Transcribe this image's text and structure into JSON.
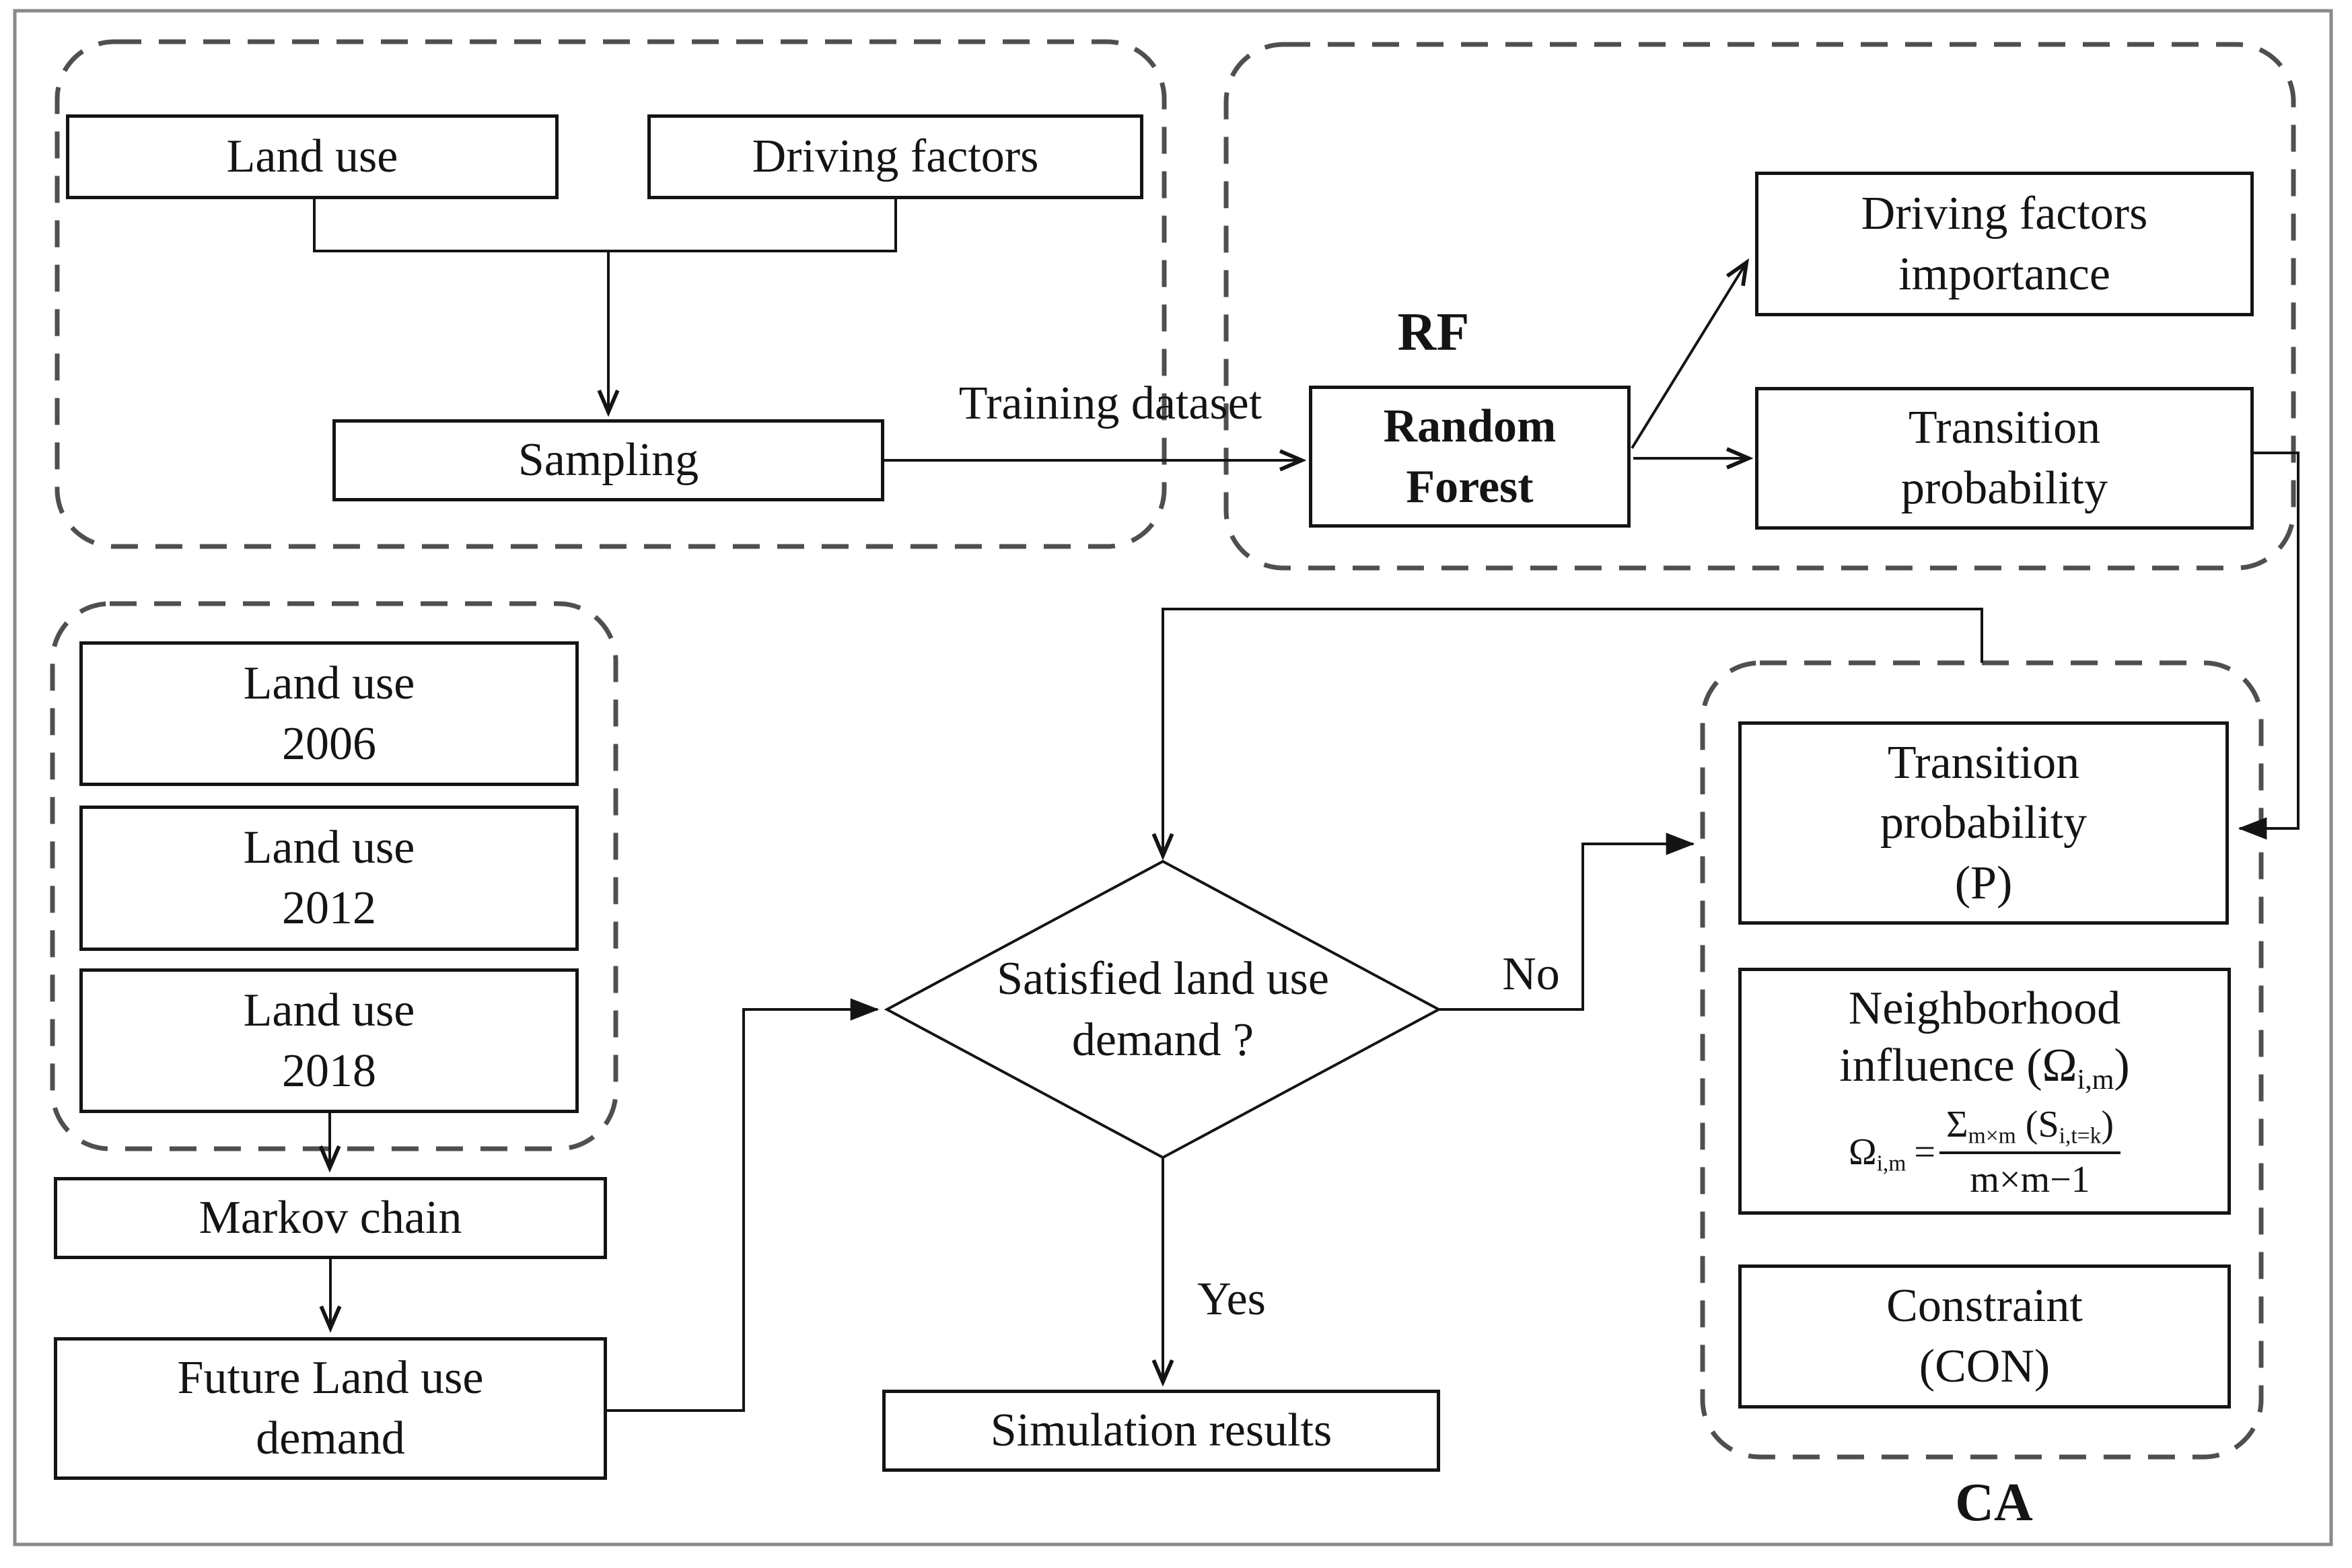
{
  "boxes": {
    "land_use": {
      "label": "Land use"
    },
    "driving_factors": {
      "label": "Driving factors"
    },
    "sampling": {
      "label": "Sampling"
    },
    "random_forest": {
      "line1": "Random",
      "line2": "Forest"
    },
    "driving_factors_importance": {
      "line1": "Driving factors",
      "line2": "importance"
    },
    "transition_probability": {
      "line1": "Transition",
      "line2": "probability"
    },
    "land_use_2006": {
      "line1": "Land use",
      "line2": "2006"
    },
    "land_use_2012": {
      "line1": "Land use",
      "line2": "2012"
    },
    "land_use_2018": {
      "line1": "Land use",
      "line2": "2018"
    },
    "markov_chain": {
      "label": "Markov chain"
    },
    "future_land_use_demand": {
      "line1": "Future Land use",
      "line2": "demand"
    },
    "simulation_results": {
      "label": "Simulation results"
    },
    "transition_probability_p": {
      "line1": "Transition",
      "line2": "probability",
      "line3": "(P)"
    },
    "neighborhood_influence": {
      "line1": "Neighborhood",
      "line2_text": "influence (Ω",
      "line2_sub": "i,m",
      "line2_close": ")",
      "formula": {
        "lhs": "Ω",
        "lhs_sub": "i,m",
        "equals": "=",
        "num_sigma": "Σ",
        "num_sigma_sub": "m×m",
        "num_open": " (S",
        "num_sub": "i,t=k",
        "num_close": ")",
        "den": "m×m−1"
      }
    },
    "constraint": {
      "line1": "Constraint",
      "line2": "(CON)"
    }
  },
  "decision": {
    "line1": "Satisfied land use",
    "line2": "demand ?"
  },
  "edge_labels": {
    "training_dataset": "Training dataset",
    "no": "No",
    "yes": "Yes"
  },
  "section_labels": {
    "rf": "RF",
    "ca": "CA"
  },
  "colors": {
    "line": "#141414",
    "box_border": "#141414",
    "dashed_border": "#4f4f4f",
    "outer_border": "#8a8a8a",
    "background": "#ffffff",
    "text": "#141414"
  }
}
